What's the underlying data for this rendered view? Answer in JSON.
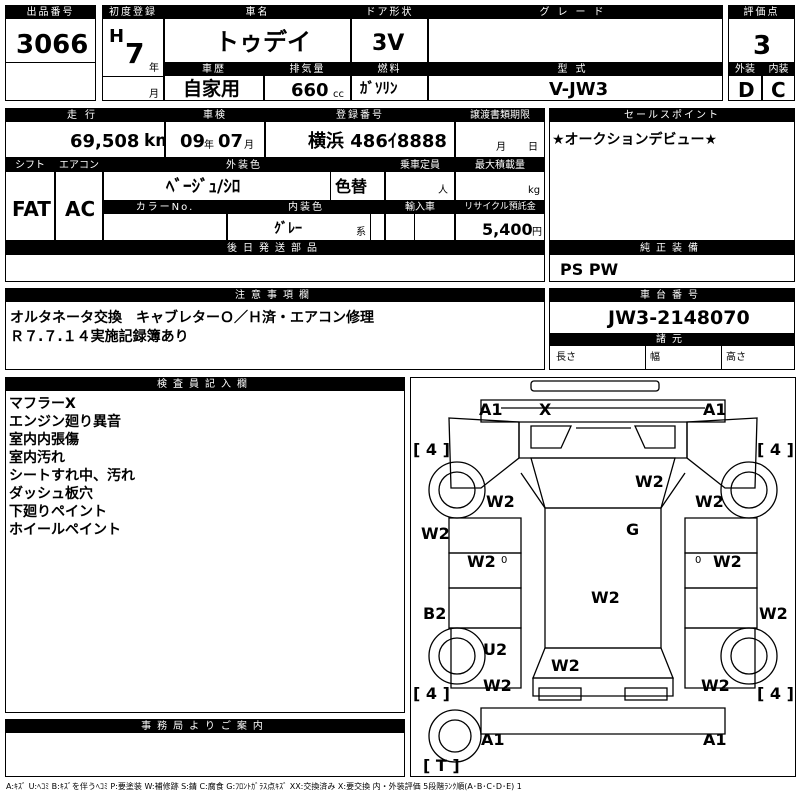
{
  "lot": {
    "label": "出品番号",
    "value": "3066"
  },
  "reg_year": {
    "label": "初度登録",
    "era": "H",
    "year": "7",
    "year_unit": "年",
    "month_unit": "月"
  },
  "car_name": {
    "label": "車名",
    "value": "トゥデイ"
  },
  "door": {
    "label": "ドア形状",
    "value": "3V"
  },
  "grade": {
    "label": "グレード",
    "value": ""
  },
  "score": {
    "label": "評価点",
    "value": "3"
  },
  "history": {
    "label": "車歴",
    "value": "自家用"
  },
  "displacement": {
    "label": "排気量",
    "value": "660",
    "unit": "cc"
  },
  "fuel": {
    "label": "燃料",
    "value": "ｶﾞｿﾘﾝ"
  },
  "model": {
    "label": "型式",
    "value": "V-JW3"
  },
  "exterior": {
    "label": "外装",
    "value": "D"
  },
  "interior": {
    "label": "内装",
    "value": "C"
  },
  "mileage": {
    "label": "走行",
    "value": "69,508",
    "unit": "km"
  },
  "inspection": {
    "label": "車検",
    "year": "09",
    "year_unit": "年",
    "month": "07",
    "month_unit": "月"
  },
  "plate": {
    "label": "登録番号",
    "value": "横浜 486ｲ8888"
  },
  "transfer": {
    "label": "譲渡書類期限",
    "month_unit": "月",
    "day_unit": "日"
  },
  "sales_point": {
    "label": "セールスポイント",
    "text": "★オークションデビュー★"
  },
  "shift": {
    "label": "シフト",
    "value": "FAT"
  },
  "aircon": {
    "label": "エアコン",
    "value": "AC"
  },
  "ext_color": {
    "label": "外装色",
    "value": "ﾍﾞｰｼﾞｭ/ｼﾛ",
    "repaint": "色替"
  },
  "capacity": {
    "label": "乗車定員",
    "unit": "人"
  },
  "load": {
    "label": "最大積載量",
    "unit": "kg"
  },
  "color_no": {
    "label": "カラーNo."
  },
  "int_color": {
    "label": "内装色",
    "value": "ｸﾞﾚｰ",
    "suffix": "系"
  },
  "import": {
    "label": "輸入車"
  },
  "recycle": {
    "label": "リサイクル預託金",
    "value": "5,400",
    "unit": "円"
  },
  "later_parts": {
    "label": "後日発送部品"
  },
  "genuine": {
    "label": "純正装備",
    "value": "PS PW"
  },
  "notes": {
    "label": "注意事項欄",
    "line1": "オルタネータ交換　キャブレターＯ／Ｈ済・エアコン修理",
    "line2": "Ｒ７.７.１４実施記録簿あり"
  },
  "chassis": {
    "label": "車台番号",
    "value": "JW3-2148070"
  },
  "dims": {
    "label": "諸元",
    "length": "長さ",
    "width": "幅",
    "height": "高さ"
  },
  "inspector": {
    "label": "検査員記入欄",
    "lines": [
      "マフラーX",
      "エンジン廻り異音",
      "室内内張傷",
      "室内汚れ",
      "シートすれ中、汚れ",
      "ダッシュ板穴",
      "下廻りペイント",
      "ホイールペイント"
    ]
  },
  "office": {
    "label": "事務局よりご案内"
  },
  "legend": "A:ｷｽﾞ U:ﾍｺﾐ B:ｷｽﾞを伴うﾍｺﾐ P:要塗装 W:補修跡 S:錆 C:腐食 G:ﾌﾛﾝﾄｶﾞﾗｽ点ｷｽﾞ XX:交換済み X:要交換 内・外装評価 5段階ﾗﾝｸ順(A･B･C･D･E) 1",
  "damage": {
    "front_left": "A1",
    "front_center": "X",
    "front_right": "A1",
    "tire_fl": "[ 4 ]",
    "tire_fr": "[ 4 ]",
    "tire_rl": "[ 4 ]",
    "tire_rr": "[ 4 ]",
    "spare": "[ T ]",
    "hood": "W2",
    "fender_l": "W2",
    "fender_r": "W2",
    "windshield": "G",
    "pillar_l": "W2",
    "door_l": "W2",
    "door_r": "W2",
    "qtr_r": "W2",
    "roof": "W2",
    "rocker_l": "B2",
    "rear_door_l": "U2",
    "rear_fender_l": "W2",
    "rear_fender_r": "W2",
    "trunk": "W2",
    "rear_left": "A1",
    "rear_right": "A1",
    "door_l_val": "0",
    "door_r_val": "0"
  }
}
